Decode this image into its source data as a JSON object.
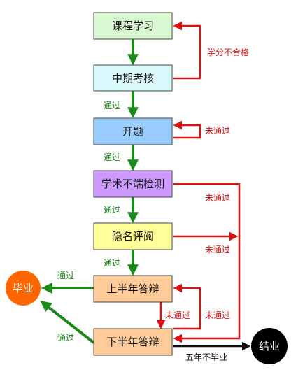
{
  "nodes": {
    "course": "课程学习",
    "midterm": "中期考核",
    "proposal": "开题",
    "misconduct": "学术不端检测",
    "blind": "隐名评阅",
    "defense1": "上半年答辩",
    "defense2": "下半年答辩",
    "graduate": "毕业",
    "complete": "结业"
  },
  "edges": {
    "credit_fail": "学分不合格",
    "pass_midterm": "通过",
    "fail_proposal": "未通过",
    "pass_proposal": "通过",
    "fail_misconduct": "未通过",
    "pass_misconduct": "通过",
    "fail_blind": "未通过",
    "pass_blind": "通过",
    "pass_defense1": "通过",
    "fail_defense1": "未通过",
    "fail_defense2": "未通过",
    "pass_defense2": "通过",
    "five_years": "五年不毕业"
  },
  "colors": {
    "course": "#d9f7d0",
    "midterm": "#d8f8fb",
    "proposal": "#99ccff",
    "misconduct": "#cc99ff",
    "blind": "#ffff99",
    "defense": "#ffcc99",
    "graduate": "#ff6600",
    "complete": "#000000",
    "green_arrow": "#1a8a1a",
    "red_arrow": "#dd1111"
  }
}
